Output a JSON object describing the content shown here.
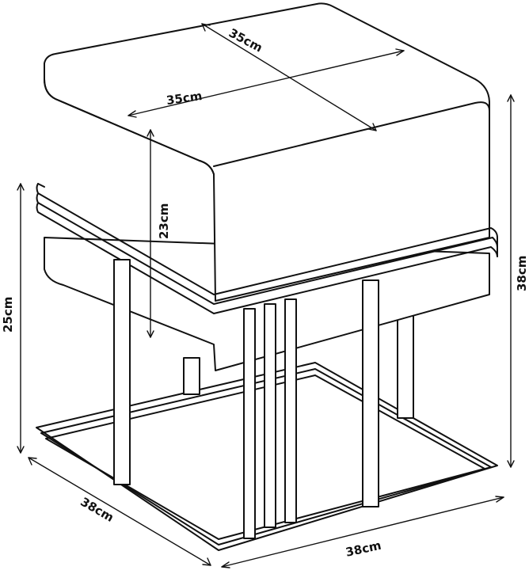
{
  "product": "side table with cushion top",
  "dimensions": {
    "top_depth": "35cm",
    "top_width": "35cm",
    "cushion_height": "23cm",
    "total_height": "38cm",
    "frame_height": "25cm",
    "base_depth": "38cm",
    "base_width": "38cm"
  },
  "colors": {
    "line": "#111111",
    "background": "#ffffff"
  }
}
